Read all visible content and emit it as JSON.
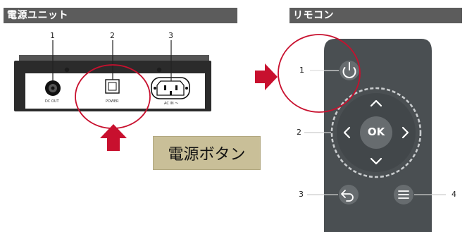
{
  "left_section": {
    "header": "電源ユニット",
    "callouts": [
      "1",
      "2",
      "3"
    ],
    "port_labels": {
      "dc_out": "DC OUT",
      "power": "POWER",
      "ac_in": "AC IN ～"
    },
    "power_button_label": "電源ボタン"
  },
  "right_section": {
    "header": "リモコン",
    "callouts": [
      "1",
      "2",
      "3",
      "4"
    ],
    "ok_label": "OK"
  },
  "colors": {
    "header_bg": "#5c5c5c",
    "highlight_circle": "#c8102e",
    "arrow": "#c8102e",
    "label_box": "#c9bf98",
    "remote_body": "#4a4f52"
  }
}
